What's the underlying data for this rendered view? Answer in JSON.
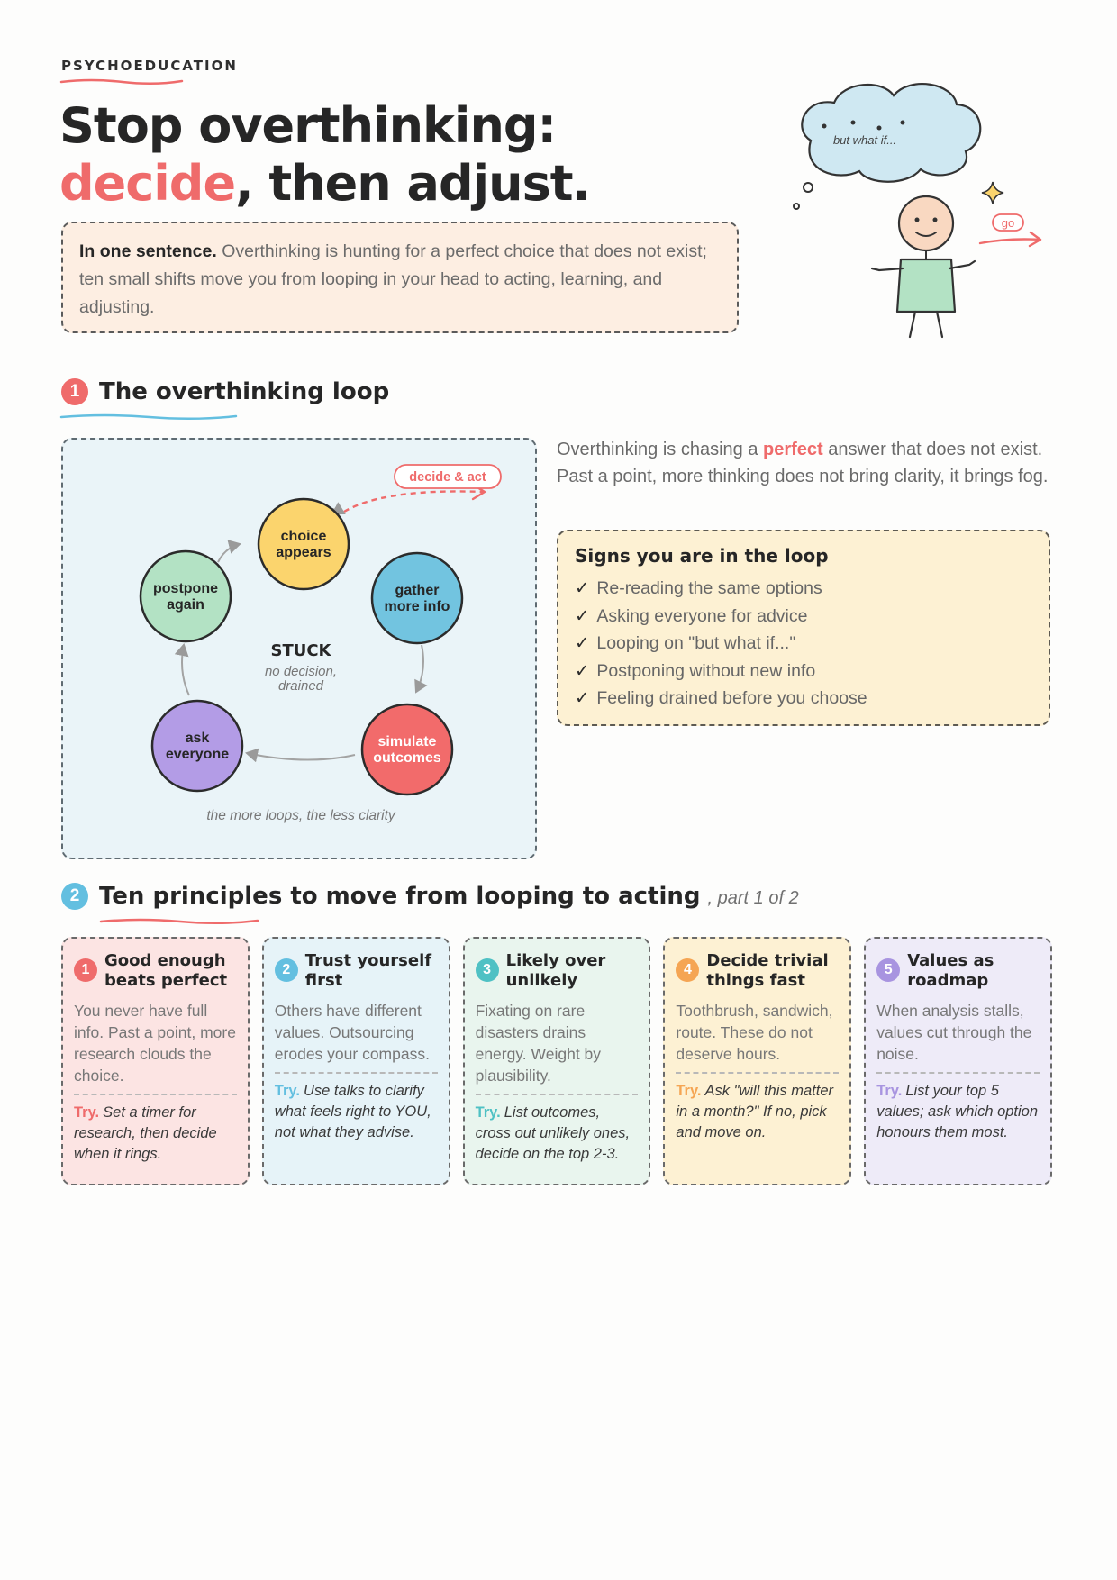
{
  "header": {
    "kicker": "PSYCHOEDUCATION",
    "title_line1": "Stop overthinking:",
    "title_accent": "decide",
    "title_rest": ", then adjust."
  },
  "summary": {
    "lead": "In one sentence.",
    "text": " Overthinking is hunting for a perfect choice that does not exist; ten small shifts move you from looping in your head to acting, learning, and adjusting."
  },
  "hero": {
    "thought": "but what if...",
    "go_label": "go"
  },
  "section1": {
    "number": "1",
    "title": "The overthinking loop"
  },
  "loop": {
    "exit_label": "decide & act",
    "center_title": "STUCK",
    "center_sub_1": "no decision,",
    "center_sub_2": "drained",
    "caption": "the more loops, the less clarity",
    "nodes": [
      {
        "line1": "choice",
        "line2": "appears",
        "color": "#fbd46d"
      },
      {
        "line1": "gather",
        "line2": "more info",
        "color": "#72c4e0"
      },
      {
        "line1": "simulate",
        "line2": "outcomes",
        "color": "#f26b6b"
      },
      {
        "line1": "ask",
        "line2": "everyone",
        "color": "#b39ce6"
      },
      {
        "line1": "postpone",
        "line2": "again",
        "color": "#b3e2c4"
      }
    ]
  },
  "intro": {
    "before": "Overthinking is chasing a ",
    "highlight": "perfect",
    "after": " answer that does not exist. Past a point, more thinking does not bring clarity, it brings fog."
  },
  "signs": {
    "title": "Signs you are in the loop",
    "tick": "✓",
    "items": [
      "Re-reading the same options",
      "Asking everyone for advice",
      "Looping on \"but what if...\"",
      "Postponing without new info",
      "Feeling drained before you choose"
    ]
  },
  "section2": {
    "number": "2",
    "title": "Ten principles to move from looping to acting",
    "subtitle": ", part 1 of 2"
  },
  "principles": [
    {
      "num": "1",
      "title": "Good enough beats perfect",
      "body": "You never have full info. Past a point, more research clouds the choice.",
      "try_label": "Try.",
      "try": "Set a timer for research, then decide when it rings.",
      "bg": "#fce4e3",
      "accent": "#ef6b6b"
    },
    {
      "num": "2",
      "title": "Trust yourself first",
      "body": "Others have different values. Outsourcing erodes your compass.",
      "try_label": "Try.",
      "try": "Use talks to clarify what feels right to YOU, not what they advise.",
      "bg": "#e6f3f8",
      "accent": "#63bfe0"
    },
    {
      "num": "3",
      "title": "Likely over unlikely",
      "body": "Fixating on rare disasters drains energy. Weight by plausibility.",
      "try_label": "Try.",
      "try": "List outcomes, cross out unlikely ones, decide on the top 2-3.",
      "bg": "#e9f5ee",
      "accent": "#4fc1c4"
    },
    {
      "num": "4",
      "title": "Decide trivial things fast",
      "body": "Toothbrush, sandwich, route. These do not deserve hours.",
      "try_label": "Try.",
      "try": "Ask \"will this matter in a month?\" If no, pick and move on.",
      "bg": "#fdf1d3",
      "accent": "#f5a553"
    },
    {
      "num": "5",
      "title": "Values as roadmap",
      "body": "When analysis stalls, values cut through the noise.",
      "try_label": "Try.",
      "try": "List your top 5 values; ask which option honours them most.",
      "bg": "#eeebf8",
      "accent": "#a894e0"
    }
  ]
}
